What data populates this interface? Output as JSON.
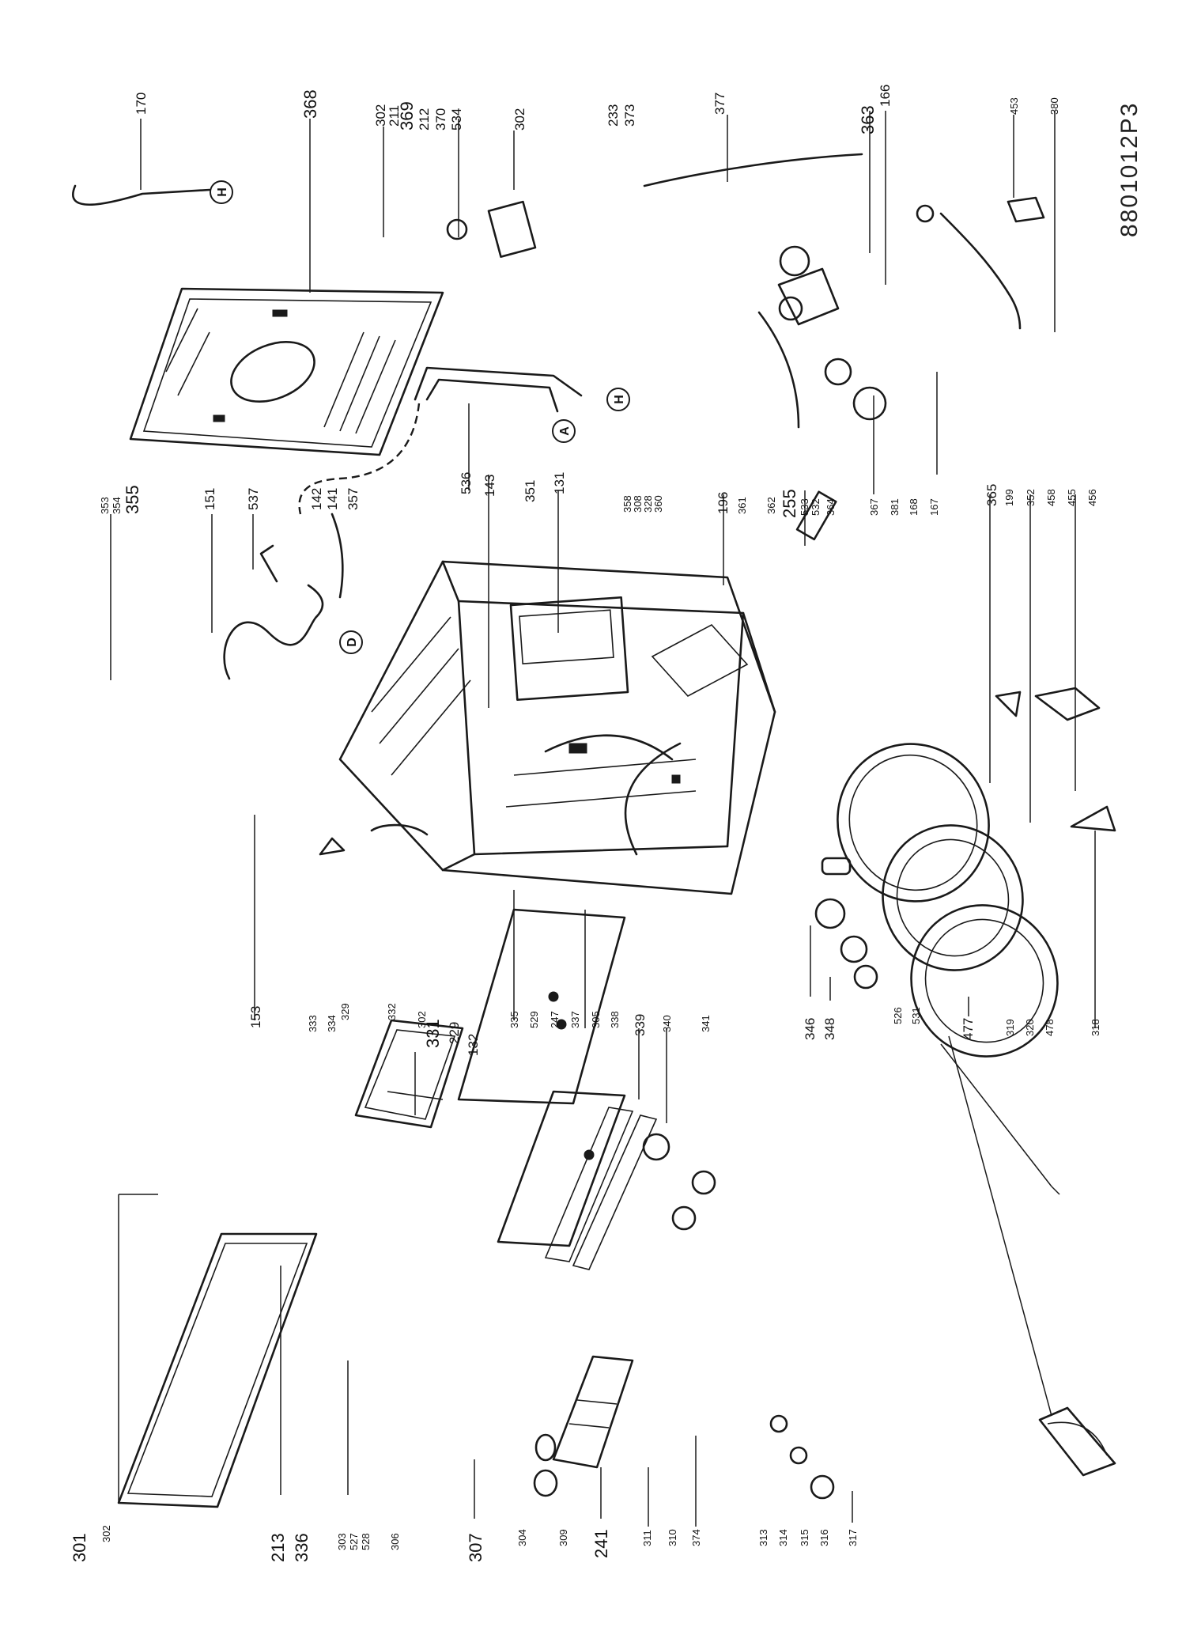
{
  "drawing_code": "8801012P3",
  "connectors": [
    "H",
    "A",
    "H",
    "D"
  ],
  "callouts": [
    "170",
    "368",
    "302",
    "211",
    "369",
    "212",
    "370",
    "534",
    "302",
    "233",
    "373",
    "377",
    "363",
    "166",
    "453",
    "380",
    "353",
    "354",
    "355",
    "151",
    "537",
    "142",
    "141",
    "357",
    "536",
    "143",
    "351",
    "131",
    "358",
    "308",
    "328",
    "360",
    "196",
    "361",
    "362",
    "255",
    "533",
    "532",
    "364",
    "367",
    "381",
    "168",
    "167",
    "365",
    "199",
    "352",
    "458",
    "455",
    "456",
    "301",
    "302",
    "333",
    "334",
    "331",
    "229",
    "302",
    "329",
    "332",
    "153",
    "132",
    "335",
    "529",
    "247",
    "337",
    "305",
    "338",
    "339",
    "340",
    "341",
    "346",
    "348",
    "526",
    "531",
    "319",
    "320",
    "478",
    "318",
    "477",
    "213",
    "336",
    "303",
    "527",
    "528",
    "306",
    "307",
    "304",
    "309",
    "241",
    "311",
    "310",
    "374",
    "313",
    "314",
    "315",
    "316",
    "317"
  ]
}
